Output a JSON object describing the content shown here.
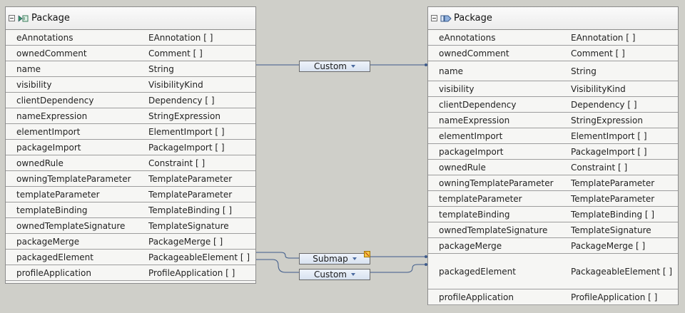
{
  "left_panel": {
    "title": "Package",
    "rows": [
      {
        "name": "eAnnotations",
        "type": "EAnnotation [ ]"
      },
      {
        "name": "ownedComment",
        "type": "Comment [ ]"
      },
      {
        "name": "name",
        "type": "String"
      },
      {
        "name": "visibility",
        "type": "VisibilityKind"
      },
      {
        "name": "clientDependency",
        "type": "Dependency [ ]"
      },
      {
        "name": "nameExpression",
        "type": "StringExpression"
      },
      {
        "name": "elementImport",
        "type": "ElementImport [ ]"
      },
      {
        "name": "packageImport",
        "type": "PackageImport [ ]"
      },
      {
        "name": "ownedRule",
        "type": "Constraint [ ]"
      },
      {
        "name": "owningTemplateParameter",
        "type": "TemplateParameter"
      },
      {
        "name": "templateParameter",
        "type": "TemplateParameter"
      },
      {
        "name": "templateBinding",
        "type": "TemplateBinding [ ]"
      },
      {
        "name": "ownedTemplateSignature",
        "type": "TemplateSignature"
      },
      {
        "name": "packageMerge",
        "type": "PackageMerge [ ]"
      },
      {
        "name": "packagedElement",
        "type": "PackageableElement [ ]"
      },
      {
        "name": "profileApplication",
        "type": "ProfileApplication [ ]"
      }
    ]
  },
  "right_panel": {
    "title": "Package",
    "rows": [
      {
        "name": "eAnnotations",
        "type": "EAnnotation [ ]"
      },
      {
        "name": "ownedComment",
        "type": "Comment [ ]"
      },
      {
        "name": "name",
        "type": "String"
      },
      {
        "name": "visibility",
        "type": "VisibilityKind"
      },
      {
        "name": "clientDependency",
        "type": "Dependency [ ]"
      },
      {
        "name": "nameExpression",
        "type": "StringExpression"
      },
      {
        "name": "elementImport",
        "type": "ElementImport [ ]"
      },
      {
        "name": "packageImport",
        "type": "PackageImport [ ]"
      },
      {
        "name": "ownedRule",
        "type": "Constraint [ ]"
      },
      {
        "name": "owningTemplateParameter",
        "type": "TemplateParameter"
      },
      {
        "name": "templateParameter",
        "type": "TemplateParameter"
      },
      {
        "name": "templateBinding",
        "type": "TemplateBinding [ ]"
      },
      {
        "name": "ownedTemplateSignature",
        "type": "TemplateSignature"
      },
      {
        "name": "packageMerge",
        "type": "PackageMerge [ ]"
      },
      {
        "name": "packagedElement",
        "type": "PackageableElement [ ]"
      },
      {
        "name": "profileApplication",
        "type": "ProfileApplication [ ]"
      }
    ]
  },
  "mappings": {
    "custom_name": "Custom",
    "submap_packaged": "Submap",
    "custom_profile": "Custom"
  },
  "icons": {
    "collapse": "collapse-box-icon",
    "source_type": "source-class-icon",
    "target_type": "target-class-icon",
    "dropdown": "chevron-down-icon",
    "warning": "warning-icon"
  },
  "colors": {
    "connector": "#3d5a8a",
    "button_fill": "#dbe4f1"
  }
}
